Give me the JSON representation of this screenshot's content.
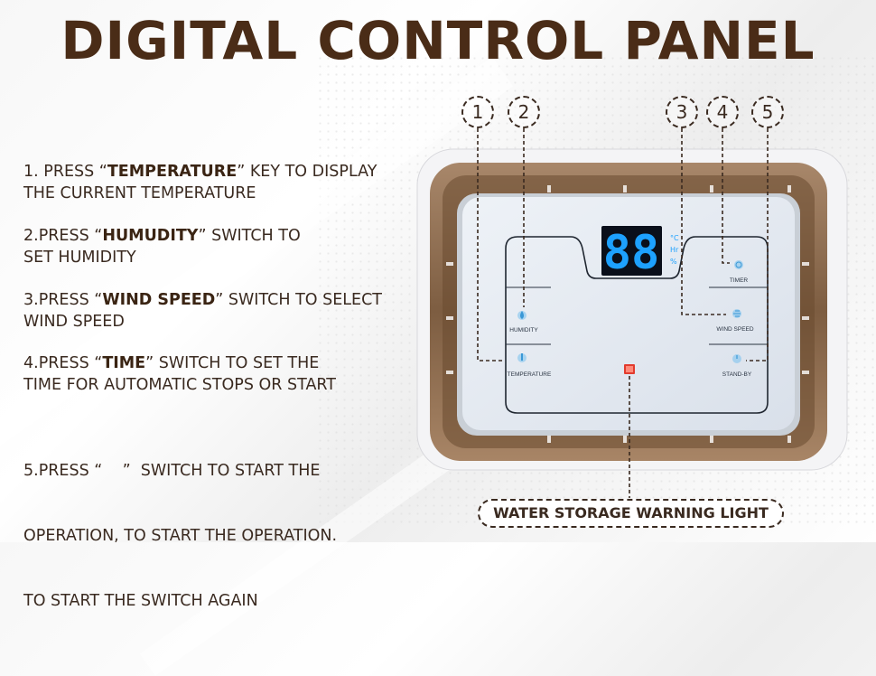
{
  "title": "DIGITAL CONTROL PANEL",
  "instructions": [
    {
      "prefix": "1. PRESS “",
      "key": "TEMPERATURE",
      "suffix": "” KEY TO DISPLAY",
      "line2": "THE CURRENT TEMPERATURE"
    },
    {
      "prefix": "2.PRESS “",
      "key": "HUMUDITY",
      "suffix": "” SWITCH TO",
      "line2": "SET HUMIDITY"
    },
    {
      "prefix": "3.PRESS “",
      "key": "WIND SPEED",
      "suffix": "” SWITCH TO SELECT",
      "line2": "WIND SPEED"
    },
    {
      "prefix": "4.PRESS “",
      "key": "TIME",
      "suffix": "” SWITCH TO SET THE",
      "line2": "TIME FOR AUTOMATIC STOPS OR START"
    },
    {
      "line1": "5.PRESS “    ”  SWITCH TO START THE",
      "line2": "OPERATION, TO START THE OPERATION.",
      "line3": "TO START THE SWITCH AGAIN"
    }
  ],
  "callouts": [
    "1",
    "2",
    "3",
    "4",
    "5"
  ],
  "display": {
    "digits": "88",
    "units": [
      "°C",
      "Hr",
      "%"
    ],
    "color": "#1da1ff"
  },
  "buttons": {
    "humidity": "HUMIDITY",
    "temperature": "TEMPERATURE",
    "timer": "TIMER",
    "wind_speed": "WIND SPEED",
    "standby": "STAND-BY"
  },
  "warning_label": "WATER STORAGE WARNING LIGHT",
  "colors": {
    "title": "#4a2c17",
    "frame": "#8a6a4c",
    "panel": "#e4eaf2",
    "warning_light": "#e23b2e"
  }
}
